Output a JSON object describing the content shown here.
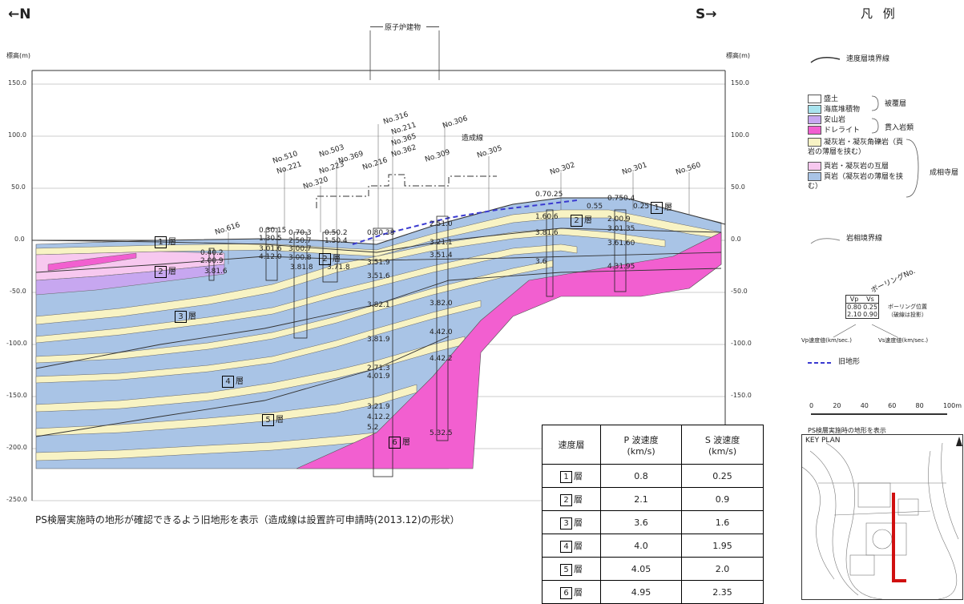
{
  "direction": {
    "left": "←N",
    "right": "S→"
  },
  "axis": {
    "title_left": "標高(m)",
    "title_right": "標高(m)",
    "ticks": [
      "150.0",
      "100.0",
      "50.0",
      "0.0",
      "-50.0",
      "-100.0",
      "-150.0",
      "-200.0",
      "-250.0"
    ]
  },
  "annotations": {
    "reactor": "原子炉建物",
    "fill_line": "造成線"
  },
  "boreholes": [
    "No.616",
    "No.510",
    "No.221",
    "No.320",
    "No.503",
    "No.223",
    "No.369",
    "No.216",
    "No.316",
    "No.211",
    "No.365",
    "No.362",
    "No.309",
    "No.306",
    "No.305",
    "No.302",
    "No.301",
    "No.560"
  ],
  "layer_labels": [
    {
      "num": "1",
      "text": "層"
    },
    {
      "num": "2",
      "text": "層"
    },
    {
      "num": "3",
      "text": "層"
    },
    {
      "num": "4",
      "text": "層"
    },
    {
      "num": "5",
      "text": "層"
    },
    {
      "num": "6",
      "text": "層"
    }
  ],
  "velocity_readouts": [
    "0.40.2",
    "2.00.9",
    "3.81.6",
    "0.30.15",
    "1.30.5",
    "3.01.6",
    "4.12.0",
    "0.70.3",
    "2.50.7",
    "3.00.7",
    "3.00.8",
    "3.81.8",
    "0.50.2",
    "1.50.4",
    "3.71.8",
    "0.80.38",
    "3.51.9",
    "3.51.6",
    "3.82.1",
    "3.81.9",
    "2.71.3",
    "4.01.9",
    "3.21.9",
    "4.12.2",
    "5.2",
    "2.51.0",
    "3.21.1",
    "3.51.4",
    "3.82.0",
    "4.42.0",
    "4.42.2",
    "5.32.5",
    "0.70.25",
    "1.60.6",
    "3.81.6",
    "3.6",
    "0.750.4",
    "2.00.9",
    "3.01.35",
    "3.61.60",
    "4.31.95",
    "0.55",
    "0.25"
  ],
  "caption": "PS検層実施時の地形が確認できるよう旧地形を表示（造成線は設置許可申請時(2013.12)の形状）",
  "legend": {
    "title": "凡 例",
    "boundary_line": "速度層境界線",
    "items": [
      {
        "label": "盛土",
        "color": "#ffffff"
      },
      {
        "label": "海底堆積物",
        "color": "#a8e4ef"
      },
      {
        "label": "安山岩",
        "color": "#c7a7f0"
      },
      {
        "label": "ドレライト",
        "color": "#f25fd0"
      },
      {
        "label": "凝灰岩・凝灰角礫岩（頁岩の薄層を挟む）",
        "color": "#f8f3c4"
      },
      {
        "label": "頁岩・凝灰岩の互層",
        "color": "#f7c8ef"
      },
      {
        "label": "頁岩（凝灰岩の薄層を挟む）",
        "color": "#a9c4e6"
      }
    ],
    "groups": [
      "被覆層",
      "貫入岩類",
      "成相寺層"
    ],
    "facies_line": "岩相境界線",
    "boring_label": "ボーリングNo.",
    "sample": {
      "vp": "Vp",
      "vs": "Vs",
      "vp1": "0.80",
      "vs1": "0.25",
      "vp2": "2.10",
      "vs2": "0.90"
    },
    "boring_pos": "ボーリング位置（破線は投影）",
    "vp_label": "Vp速度値(km/sec.)",
    "vs_label": "Vs速度値(km/sec.)",
    "old_terrain": "旧地形",
    "scale": [
      "0",
      "20",
      "40",
      "60",
      "80",
      "100m"
    ],
    "keyplan_note": "PS検層実施時の地形を表示",
    "keyplan": "KEY PLAN"
  },
  "velocity_table": {
    "headers": [
      "速度層",
      "P 波速度\n(km/s)",
      "S 波速度\n(km/s)"
    ],
    "rows": [
      [
        "1",
        "層",
        "0.8",
        "0.25"
      ],
      [
        "2",
        "層",
        "2.1",
        "0.9"
      ],
      [
        "3",
        "層",
        "3.6",
        "1.6"
      ],
      [
        "4",
        "層",
        "4.0",
        "1.95"
      ],
      [
        "5",
        "層",
        "4.05",
        "2.0"
      ],
      [
        "6",
        "層",
        "4.95",
        "2.35"
      ]
    ]
  },
  "colors": {
    "shale": "#a9c4e6",
    "tuff": "#f8f3c4",
    "alternation": "#f7c8ef",
    "andesite": "#c7a7f0",
    "dolerite": "#f25fd0",
    "marine": "#a8e4ef",
    "old_terrain_line": "#3a3ad0",
    "keyplan_marker": "#d01010"
  }
}
